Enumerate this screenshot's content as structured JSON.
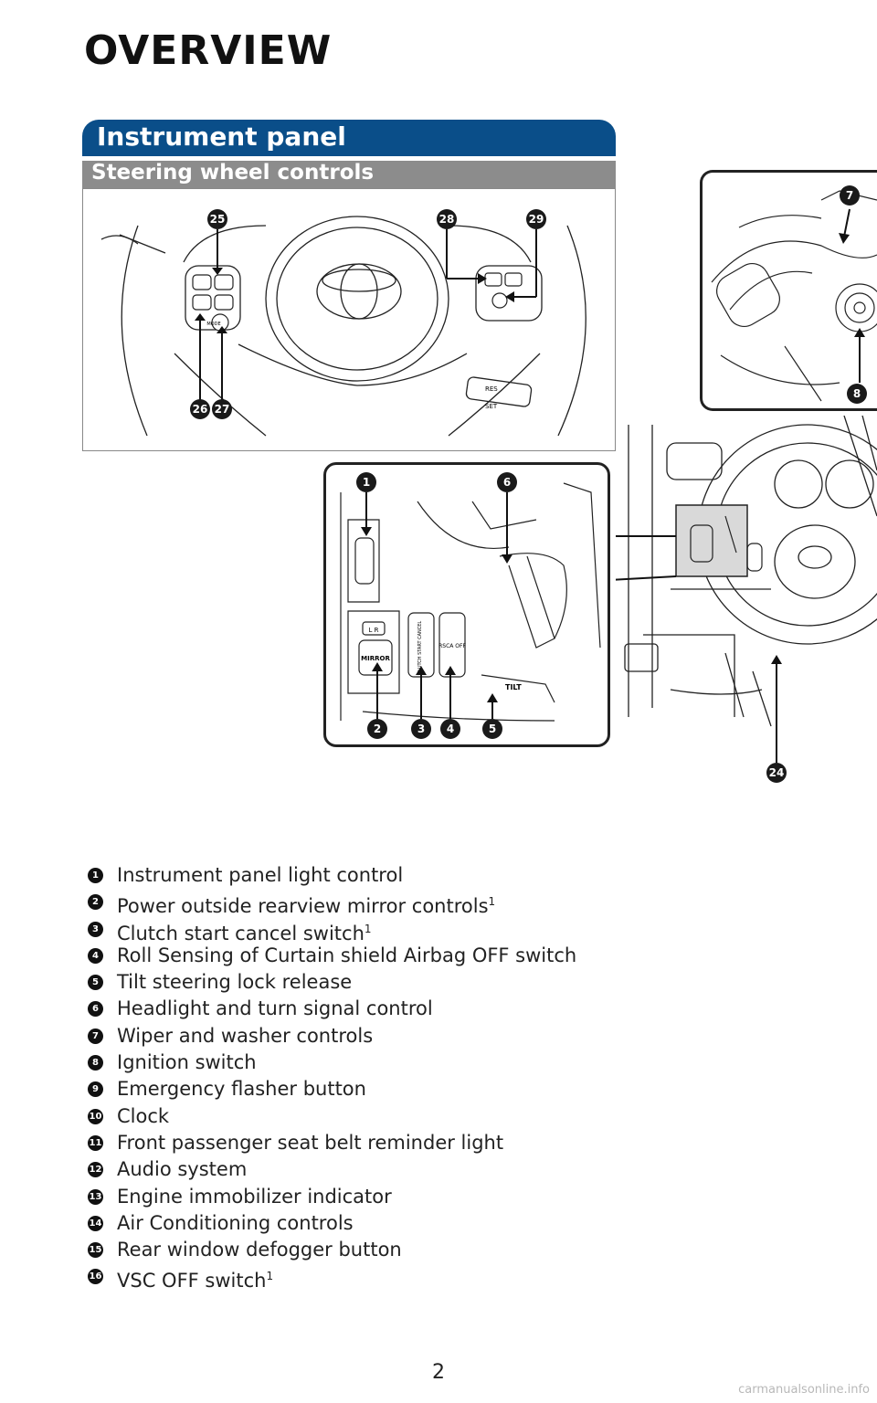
{
  "page_title": "OVERVIEW",
  "section_tab": "Instrument panel",
  "sub_section": "Steering wheel controls",
  "callouts": {
    "c1": "1",
    "c2": "2",
    "c3": "3",
    "c4": "4",
    "c5": "5",
    "c6": "6",
    "c7": "7",
    "c8": "8",
    "c24": "24",
    "c25": "25",
    "c26": "26",
    "c27": "27",
    "c28": "28",
    "c29": "29"
  },
  "illustration_labels": {
    "mirror": "MIRROR",
    "clutch": "CLUTCH START CANCEL",
    "rsca": "RSCA OFF",
    "tilt": "TILT",
    "mode": "MODE",
    "res": "RES",
    "set": "SET",
    "lr": "L R"
  },
  "legend": [
    {
      "num": "1",
      "text": "Instrument panel light control",
      "sup": ""
    },
    {
      "num": "2",
      "text": "Power outside rearview mirror controls",
      "sup": "1"
    },
    {
      "num": "3",
      "text": "Clutch start cancel switch",
      "sup": "1"
    },
    {
      "num": "4",
      "text": "Roll Sensing of Curtain shield Airbag OFF switch",
      "sup": ""
    },
    {
      "num": "5",
      "text": "Tilt steering lock release",
      "sup": ""
    },
    {
      "num": "6",
      "text": "Headlight and turn signal control",
      "sup": ""
    },
    {
      "num": "7",
      "text": "Wiper and washer controls",
      "sup": ""
    },
    {
      "num": "8",
      "text": "Ignition switch",
      "sup": ""
    },
    {
      "num": "9",
      "text": "Emergency flasher button",
      "sup": ""
    },
    {
      "num": "10",
      "text": "Clock",
      "sup": ""
    },
    {
      "num": "11",
      "text": "Front passenger seat belt reminder light",
      "sup": ""
    },
    {
      "num": "12",
      "text": "Audio system",
      "sup": ""
    },
    {
      "num": "13",
      "text": "Engine immobilizer indicator",
      "sup": ""
    },
    {
      "num": "14",
      "text": "Air Conditioning controls",
      "sup": ""
    },
    {
      "num": "15",
      "text": "Rear window defogger button",
      "sup": ""
    },
    {
      "num": "16",
      "text": "VSC OFF switch",
      "sup": "1"
    }
  ],
  "page_number": "2",
  "watermark": "carmanualsonline.info",
  "colors": {
    "tab_blue": "#0a4e89",
    "sub_gray": "#8c8c8c",
    "callout": "#1a1a1a"
  }
}
